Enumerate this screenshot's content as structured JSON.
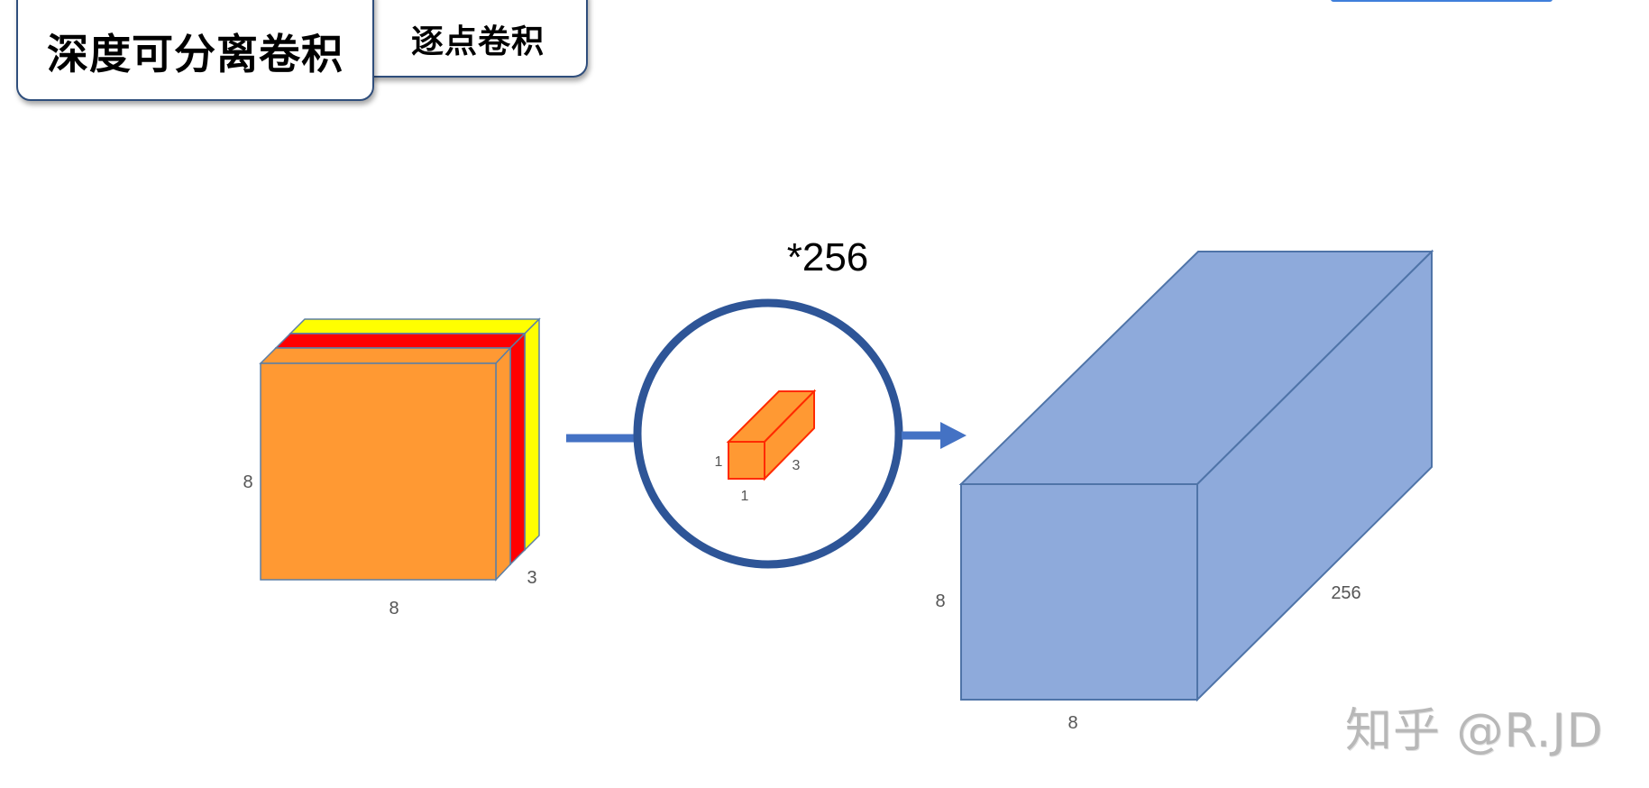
{
  "header": {
    "title_main": "深度可分离卷积",
    "title_sub": "逐点卷积"
  },
  "diagram": {
    "input_tensor": {
      "height_label": "8",
      "width_label": "8",
      "depth_label": "3",
      "channel_colors": [
        "#FF9933",
        "#FF0000",
        "#FFFF00"
      ]
    },
    "kernel": {
      "multiplier_label": "*256",
      "height_label": "1",
      "width_label": "1",
      "depth_label": "3",
      "fill_color": "#FF9933",
      "edge_color": "#FF2A00",
      "ring_color": "#2E5597"
    },
    "output_tensor": {
      "height_label": "8",
      "width_label": "8",
      "depth_label": "256",
      "fill_color": "#8EAADB",
      "edge_color": "#4F74A8"
    },
    "arrow_color": "#4472C4"
  },
  "watermark": {
    "text": "知乎 @R.JD"
  }
}
